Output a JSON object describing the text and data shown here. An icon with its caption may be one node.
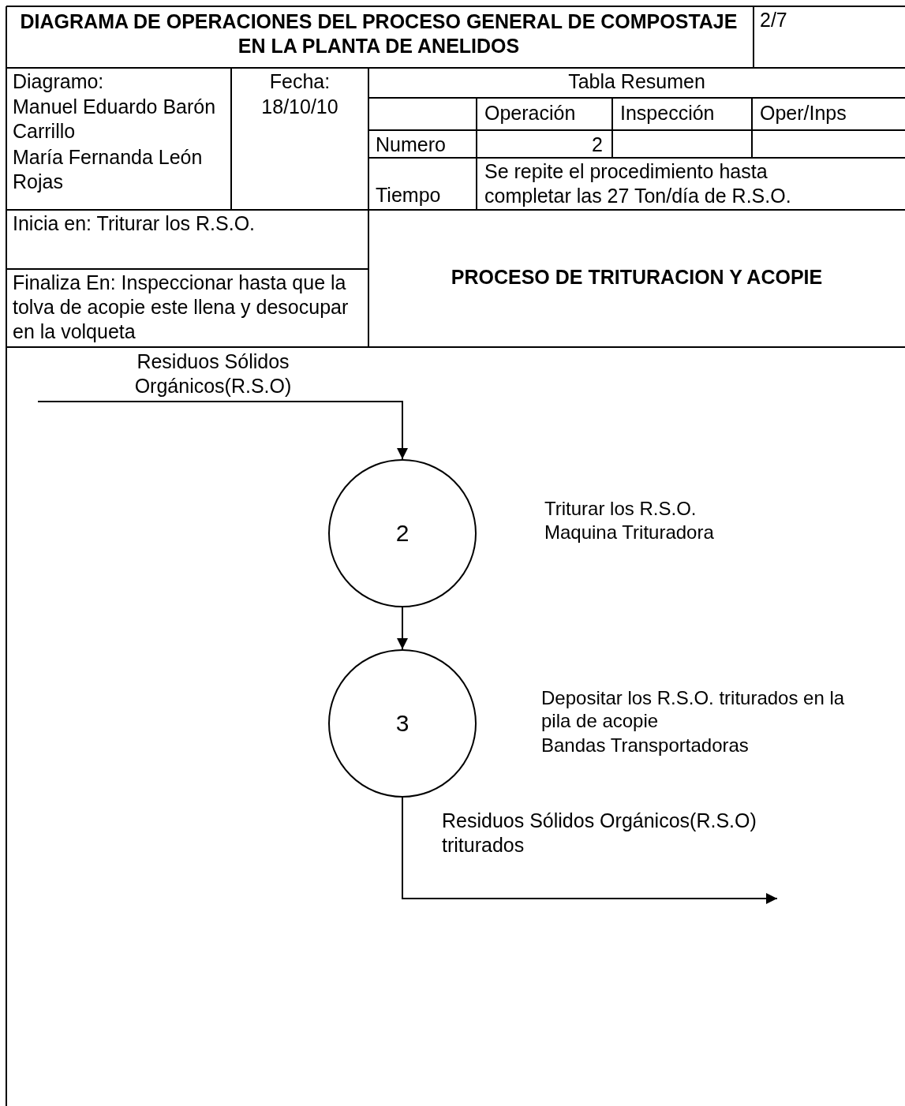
{
  "diagram": {
    "title": "DIAGRAMA DE OPERACIONES DEL PROCESO GENERAL DE COMPOSTAJE EN LA PLANTA DE ANELIDOS",
    "nodes": [
      {
        "text": [
          "2"
        ],
        "beside": [
          "Triturar los R.S.O.",
          "Maquina Trituradora"
        ]
      },
      {
        "text": [
          "3"
        ],
        "beside": [
          "Depositar los R.S.O. triturados en la pila de acopie",
          "Bandas Transportadoras"
        ]
      }
    ],
    "edges": [
      {
        "from": null,
        "to": 0,
        "arrow": "to",
        "label": "Residuos Sólidos Orgánicos(R.S.O)"
      },
      {
        "from": 0,
        "to": 1,
        "arrow": "to"
      },
      {
        "from": 1,
        "to": null,
        "arrow": "to",
        "label": "Residuos Sólidos Orgánicos(R.S.O) triturados"
      }
    ],
    "labels": [
      "2/7",
      "Diagramo:",
      "Manuel Eduardo Barón Carrillo",
      "María Fernanda León Rojas",
      "Fecha:",
      "18/10/10",
      "Tabla Resumen",
      "Operación",
      "Inspección",
      "Oper/Inps",
      "Numero",
      "2",
      "Tiempo",
      "Se repite el procedimiento hasta completar las 27 Ton/día de R.S.O.",
      "Inicia en: Triturar los R.S.O.",
      "Finaliza En: Inspeccionar hasta que la tolva de acopie este llena y desocupar en la volqueta",
      "PROCESO DE TRITURACION Y ACOPIE"
    ]
  }
}
